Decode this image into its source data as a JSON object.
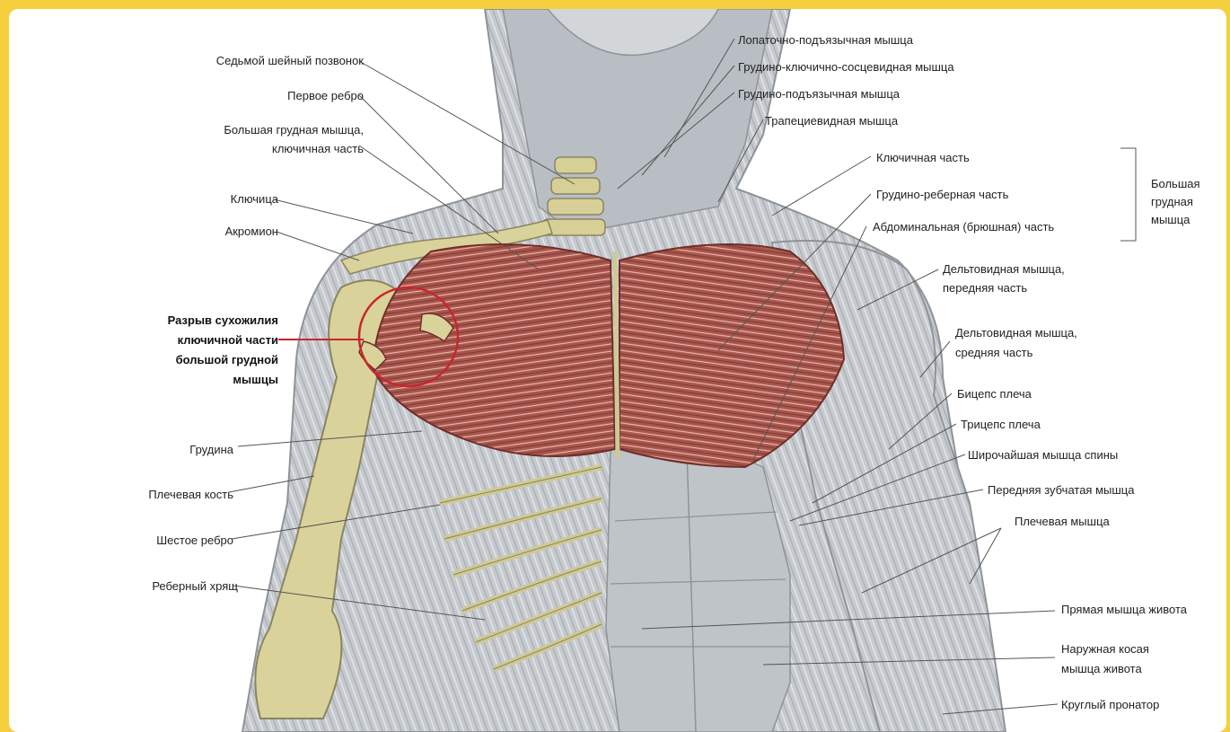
{
  "colors": {
    "border": "#f6cf3f",
    "muscle_red": "#a8554c",
    "bone": "#d9d29a",
    "skin": "#c9cdd1",
    "highlight": "#c8262c"
  },
  "labels_left": {
    "c7": "Седьмой шейный позвонок",
    "rib1": "Первое ребро",
    "pect_clav_l1": "Большая грудная мышца,",
    "pect_clav_l2": "ключичная часть",
    "clavicle": "Ключица",
    "acromion": "Акромион",
    "rupture_l1": "Разрыв сухожилия",
    "rupture_l2": "ключичной части",
    "rupture_l3": "большой грудной",
    "rupture_l4": "мышцы",
    "sternum": "Грудина",
    "humerus": "Плечевая кость",
    "rib6": "Шестое ребро",
    "costal_cartilage": "Реберный хрящ"
  },
  "labels_right": {
    "omohyoid": "Лопаточно-подъязычная мышца",
    "scm": "Грудино-ключично-сосцевидная мышца",
    "sternohyoid": "Грудино-подъязычная мышца",
    "trapezius": "Трапециевидная мышца",
    "clavicular_part": "Ключичная часть",
    "sternocostal_part": "Грудино-реберная часть",
    "abdominal_part": "Абдоминальная (брюшная) часть",
    "pect_major_l1": "Большая",
    "pect_major_l2": "грудная",
    "pect_major_l3": "мышца",
    "delt_ant_l1": "Дельтовидная мышца,",
    "delt_ant_l2": "передняя часть",
    "delt_mid_l1": "Дельтовидная мышца,",
    "delt_mid_l2": "средняя часть",
    "biceps": "Бицепс плеча",
    "triceps": "Трицепс плеча",
    "lats": "Широчайшая мышца спины",
    "serratus": "Передняя зубчатая мышца",
    "brachialis": "Плечевая мышца",
    "rectus": "Прямая мышца живота",
    "oblique_l1": "Наружная косая",
    "oblique_l2": "мышца живота",
    "pronator": "Круглый пронатор"
  }
}
